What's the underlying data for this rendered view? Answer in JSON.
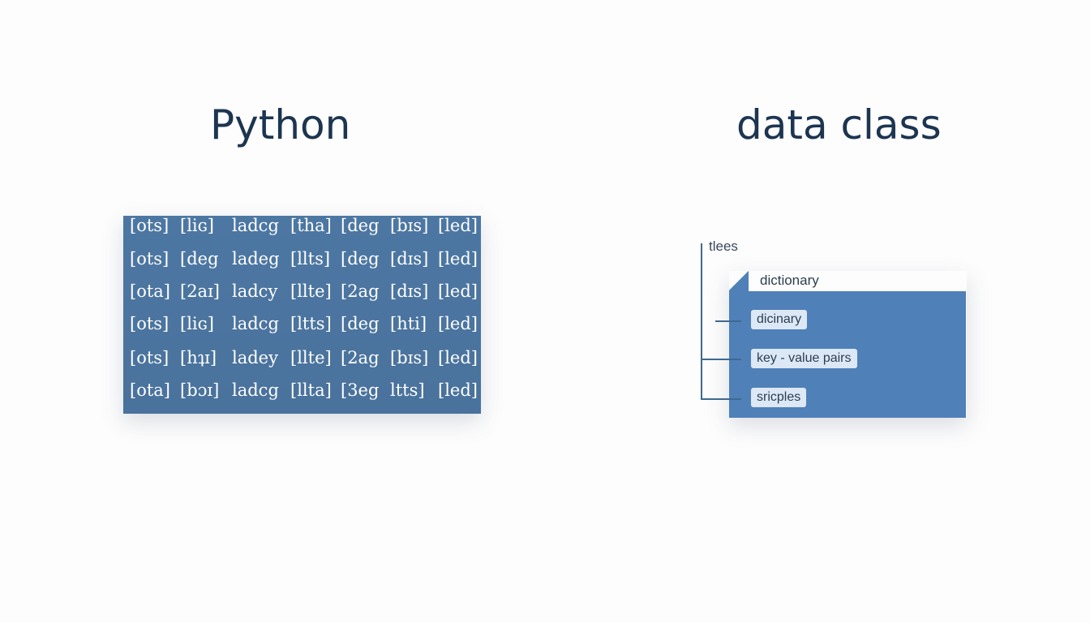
{
  "left": {
    "title": "Python",
    "grid_rows": [
      [
        "[ots]",
        "[liɢ]",
        "ladcg",
        "[tha]",
        "[deg",
        "[bɪs]",
        "[led]"
      ],
      [
        "[ots]",
        "[deg",
        "ladeg",
        "[llts]",
        "[deg",
        "[dɪs]",
        "[led]"
      ],
      [
        "[ota]",
        "[2aɪ]",
        "ladcy",
        "[llte]",
        "[2ag",
        "[dɪs]",
        "[led]"
      ],
      [
        "[ots]",
        "[liɢ]",
        "ladcg",
        "[ltts]",
        "[deg",
        "[hti]",
        "[led]"
      ],
      [
        "[ots]",
        "[hʇɪ]",
        "ladey",
        "[llte]",
        "[2ag",
        "[bɪs]",
        "[led]"
      ],
      [
        "[ota]",
        "[bɔɪ]",
        "ladcg",
        "[llta]",
        "[3eg",
        "ltts]",
        "[led]"
      ]
    ]
  },
  "right": {
    "title": "data class",
    "root_label": "tlees",
    "container_label": "dictionary",
    "items": [
      "dicinary",
      "key - value pairs",
      "sricples"
    ]
  },
  "colors": {
    "title_text": "#1c3550",
    "grid_panel": "#4a74a0",
    "dict_panel": "#4f80b8",
    "chip_bg": "#dce8f6",
    "tree_line": "#3f6990"
  }
}
